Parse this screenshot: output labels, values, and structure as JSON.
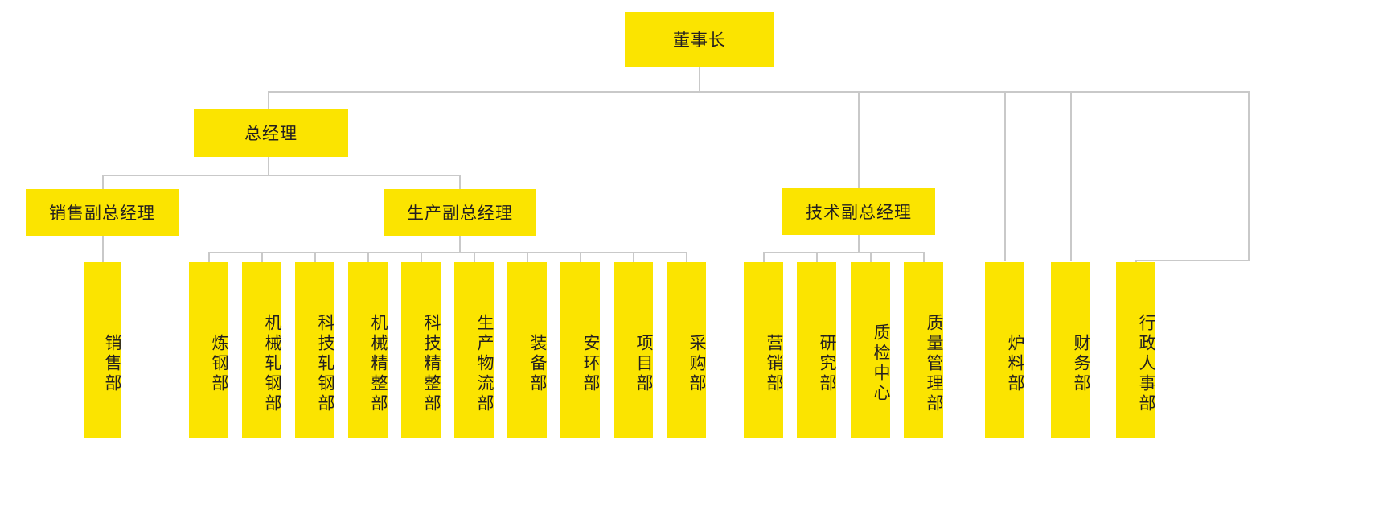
{
  "chart": {
    "type": "org-chart",
    "title": "",
    "palette": {
      "node_fill": "#fbe400",
      "node_text": "#231f20",
      "connector": "#c9c9c9",
      "background": "#ffffff"
    },
    "levels": [
      "董事长",
      "总经理 / 技术副总经理 / 直属部门",
      "副总经理",
      "部门"
    ]
  },
  "root": {
    "label": "董事长"
  },
  "level2": {
    "general_manager": {
      "label": "总经理"
    },
    "tech_vp": {
      "label": "技术副总经理"
    }
  },
  "level3": {
    "sales_vp": {
      "label": "销售副总经理"
    },
    "production_vp": {
      "label": "生产副总经理"
    }
  },
  "departments": {
    "under_sales_vp": [
      {
        "label": "销售部"
      }
    ],
    "under_production_vp": [
      {
        "label": "炼钢部"
      },
      {
        "label": "机械轧钢部"
      },
      {
        "label": "科技轧钢部"
      },
      {
        "label": "机械精整部"
      },
      {
        "label": "科技精整部"
      },
      {
        "label": "生产物流部"
      },
      {
        "label": "装备部"
      },
      {
        "label": "安环部"
      },
      {
        "label": "项目部"
      },
      {
        "label": "采购部"
      }
    ],
    "under_tech_vp": [
      {
        "label": "营销部"
      },
      {
        "label": "研究部"
      },
      {
        "label": "质检中心"
      },
      {
        "label": "质量管理部"
      }
    ],
    "under_chairman": [
      {
        "label": "炉料部"
      },
      {
        "label": "财务部"
      },
      {
        "label": "行政人事部"
      }
    ]
  }
}
